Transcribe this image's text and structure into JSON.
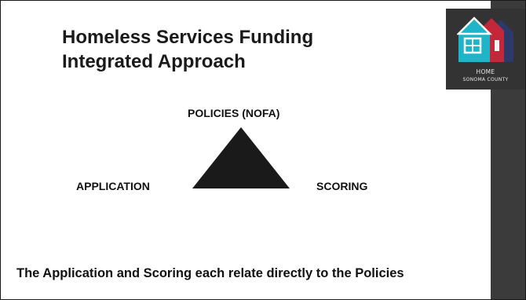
{
  "slide": {
    "title_line1": "Homeless Services Funding",
    "title_line2": "Integrated Approach",
    "footer": "The Application and Scoring each relate directly to the Policies"
  },
  "diagram": {
    "top_label": "POLICIES (NOFA)",
    "left_label": "APPLICATION",
    "right_label": "SCORING",
    "shape": "triangle",
    "shape_color": "#1a1a1a"
  },
  "logo": {
    "line1": "HOME",
    "line2": "SONOMA COUNTY",
    "icon": "houses-logo-icon",
    "colors": [
      "#1fb5c9",
      "#c2273a",
      "#2b3a6b"
    ]
  },
  "theme": {
    "sidebar_color": "#3b3b3b",
    "logo_bg": "#333333"
  }
}
